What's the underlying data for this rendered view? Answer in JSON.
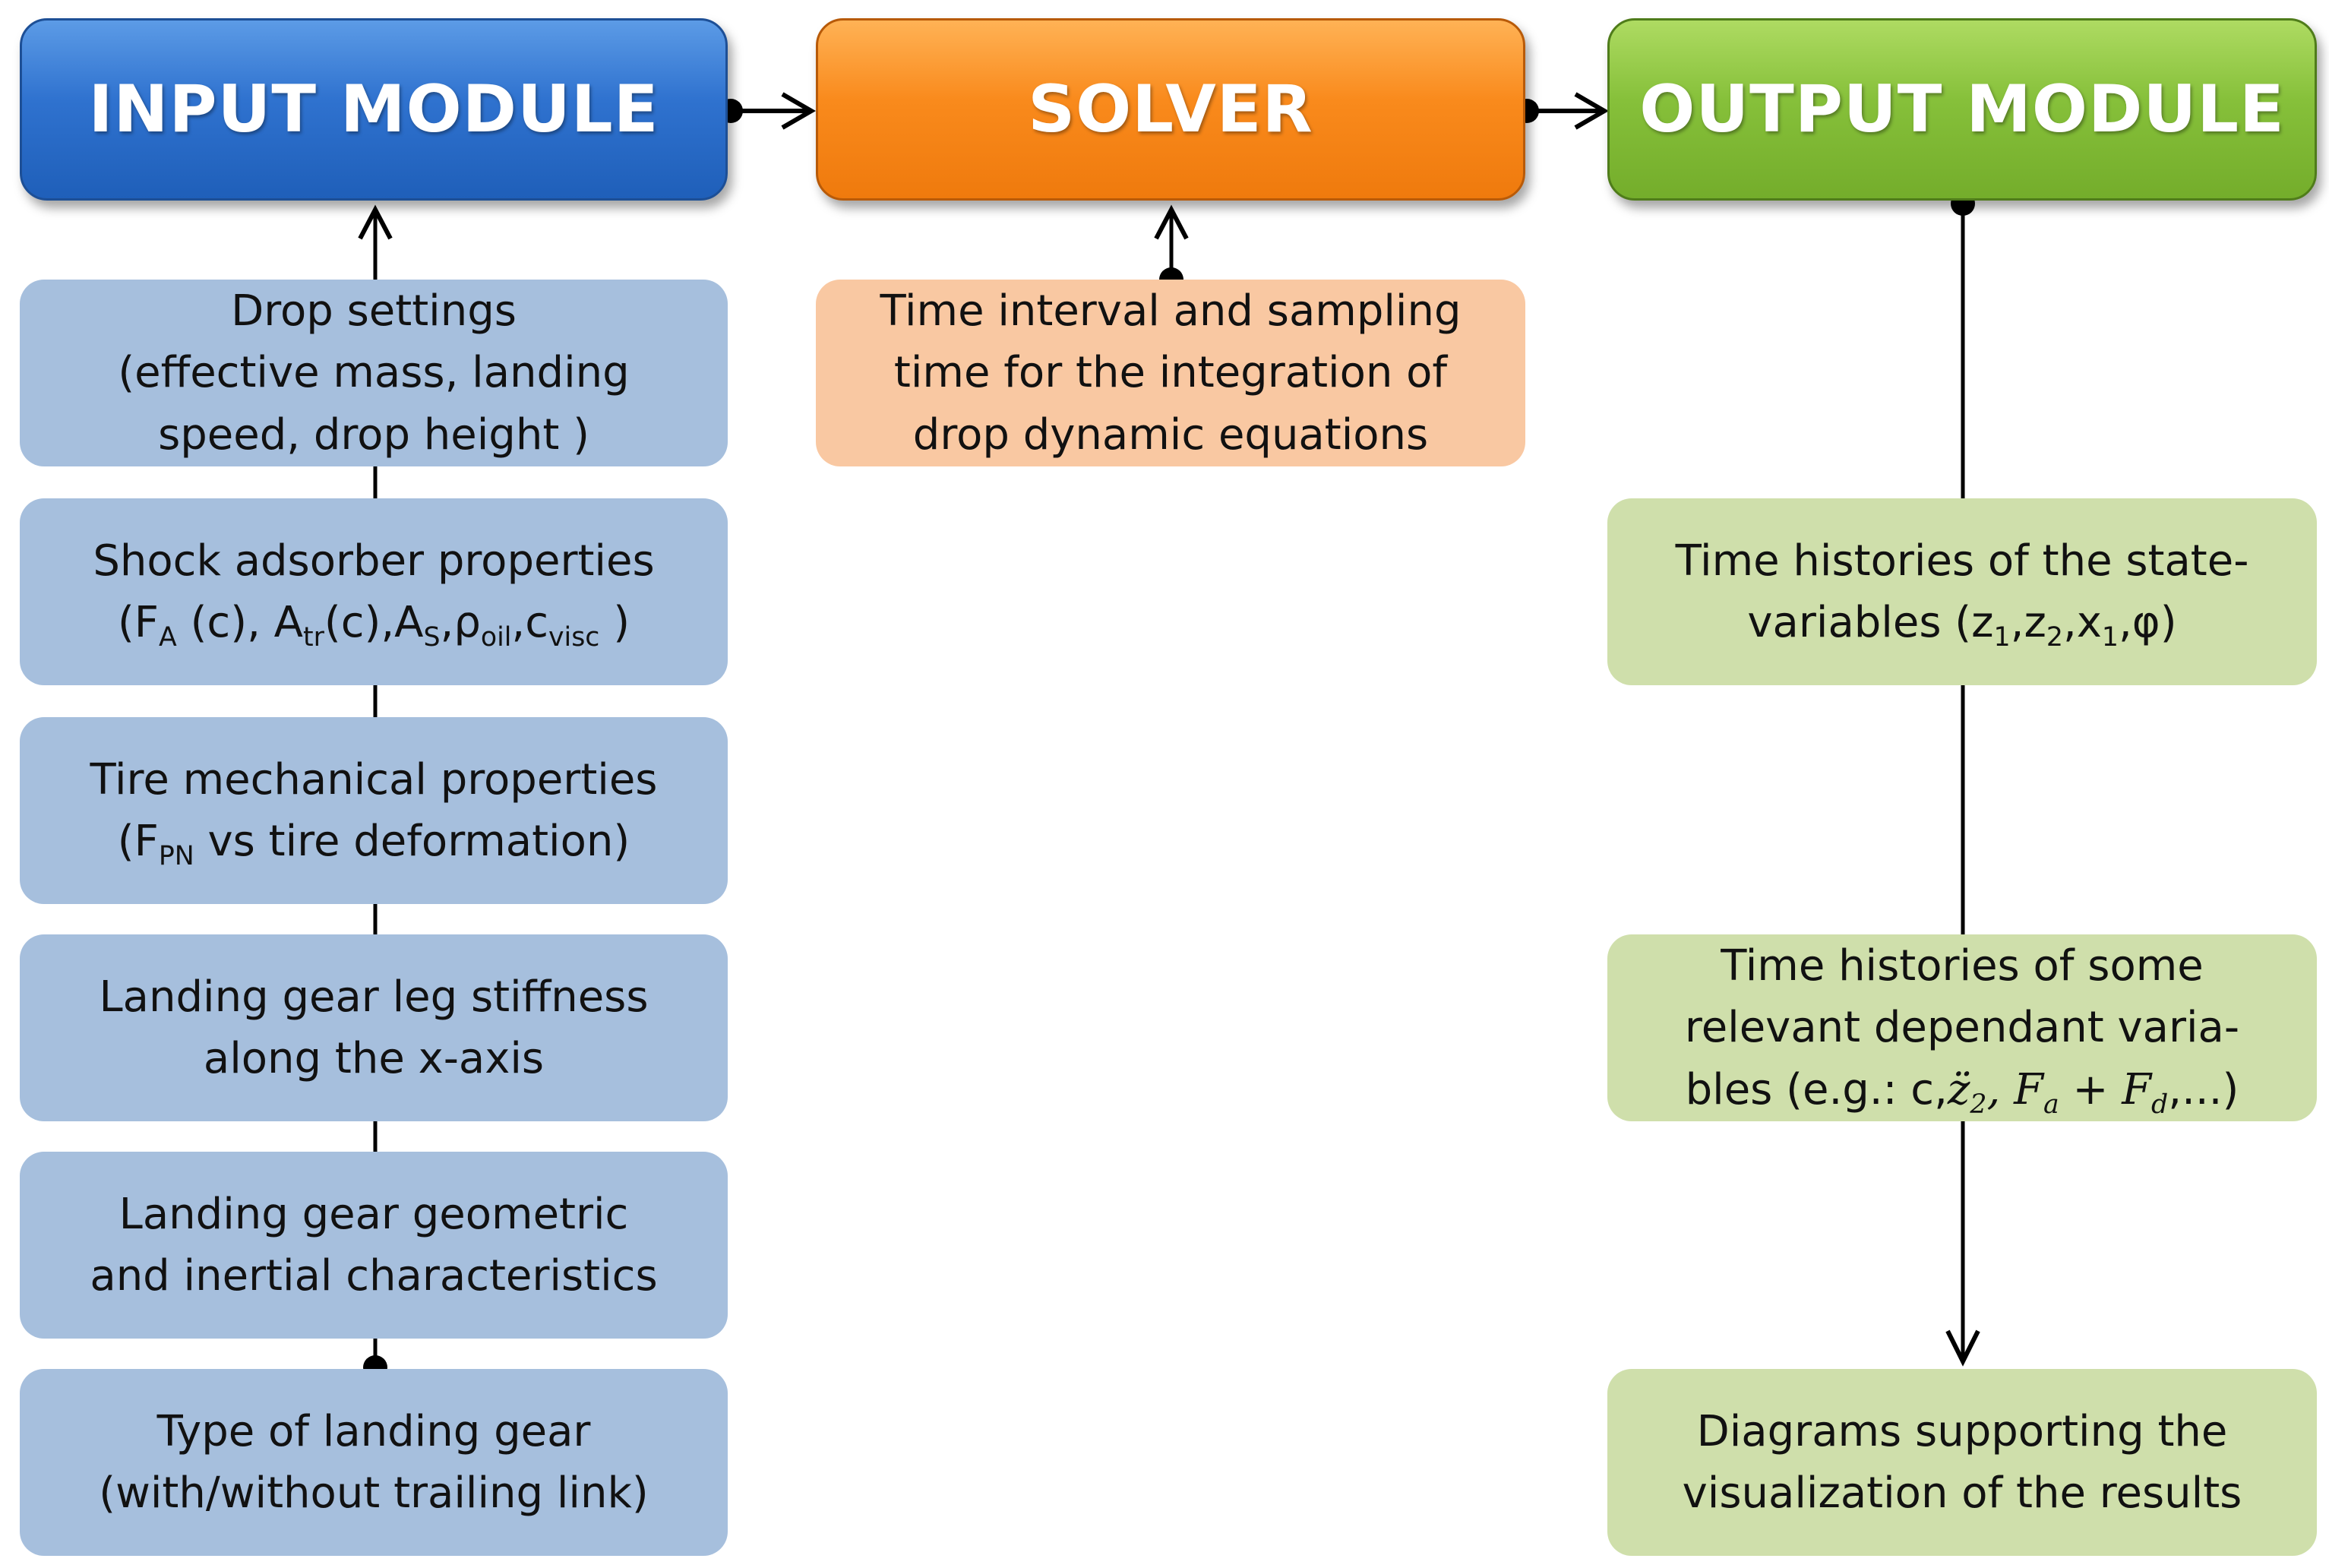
{
  "modules": {
    "input": "INPUT MODULE",
    "solver": "SOLVER",
    "output": "OUTPUT MODULE"
  },
  "input_boxes": {
    "drop_settings": {
      "line1": "Drop settings",
      "line2": "(effective mass, landing",
      "line3": "speed, drop height )"
    },
    "shock_absorber": {
      "line1": "Shock adsorber properties",
      "line2": "(FA (c), Atr(c),AS,ρoil,cvisc )"
    },
    "tire": {
      "line1": "Tire mechanical properties",
      "line2": "(FPN vs tire deformation)"
    },
    "leg_stiffness": {
      "line1": "Landing gear leg stiffness",
      "line2": "along the x-axis"
    },
    "geometric": {
      "line1": "Landing gear geometric",
      "line2": "and inertial characteristics"
    },
    "gear_type": {
      "line1": "Type of landing gear",
      "line2": "(with/without trailing link)"
    }
  },
  "solver_box": {
    "line1": "Time interval and sampling",
    "line2": "time for the integration of",
    "line3": "drop dynamic equations"
  },
  "output_boxes": {
    "state_variables": {
      "line1": "Time histories of the state-",
      "line2": "variables (z1,z2,x1,φ)"
    },
    "dependant_variables": {
      "line1": "Time histories of some",
      "line2": "relevant  dependant varia-",
      "line3": "bles (e.g.: c,z̈2, Fa + Fd,...)"
    },
    "diagrams": {
      "line1": "Diagrams supporting the",
      "line2": "visualization of the results"
    }
  },
  "colors": {
    "input": "#2f72cf",
    "solver": "#f98a1c",
    "output": "#86c03a",
    "input_box": "#a6bfdd",
    "solver_box": "#f9c8a2",
    "output_box": "#cfdfab",
    "connector": "#000000"
  }
}
